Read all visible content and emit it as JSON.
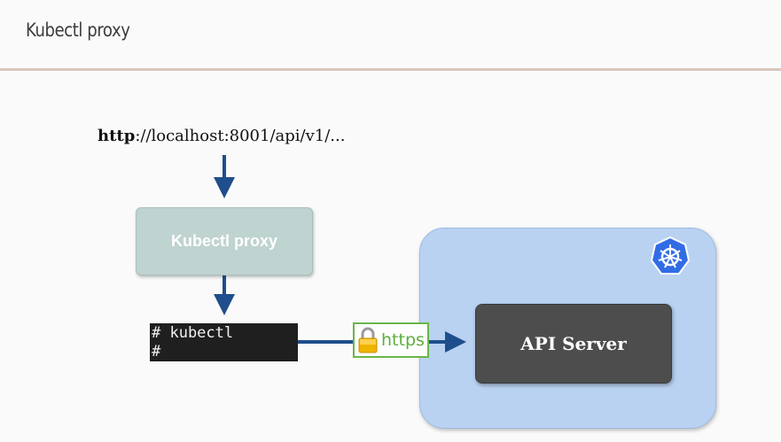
{
  "slide": {
    "title": "Kubectl proxy"
  },
  "url": {
    "scheme": "http",
    "rest": "://localhost:8001/api/v1/..."
  },
  "proxy_box": {
    "label": "Kubectl proxy"
  },
  "terminal": {
    "line1": "# kubectl",
    "line2": "#"
  },
  "https_badge": {
    "label": "https",
    "icon": "lock-icon"
  },
  "api_server": {
    "label": "API Server"
  },
  "cluster": {
    "icon": "kubernetes-icon"
  },
  "colors": {
    "arrow": "#1f4e8c",
    "cluster_fill": "#b9d2f2",
    "proxy_fill": "#bfd3d1",
    "api_fill": "#4d4d4d",
    "https_green": "#69b64a",
    "k8s_blue": "#326ce5"
  }
}
